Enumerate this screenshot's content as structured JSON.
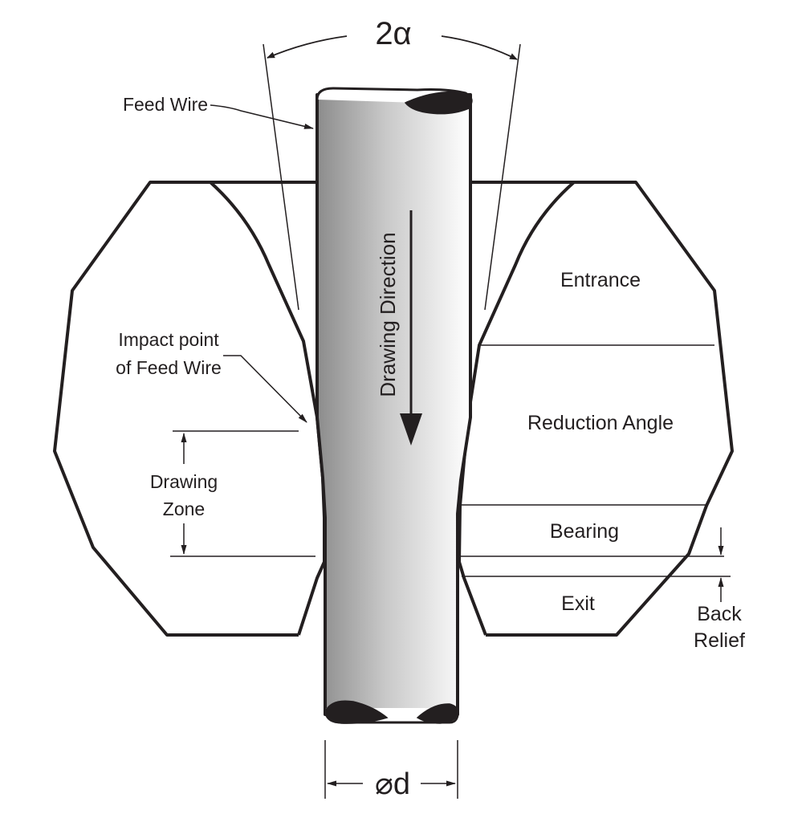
{
  "labels": {
    "angle": "2α",
    "feed_wire": "Feed Wire",
    "drawing_direction": "Drawing Direction",
    "impact_point_line1": "Impact point",
    "impact_point_line2": "of Feed Wire",
    "drawing_zone_line1": "Drawing",
    "drawing_zone_line2": "Zone",
    "entrance": "Entrance",
    "reduction_angle": "Reduction Angle",
    "bearing": "Bearing",
    "exit": "Exit",
    "back_relief_line1": "Back",
    "back_relief_line2": "Relief",
    "diameter": "⌀d"
  },
  "colors": {
    "ink": "#231f20",
    "wire_dark": "#8a8a8a",
    "wire_light": "#ffffff",
    "background": "#ffffff"
  }
}
